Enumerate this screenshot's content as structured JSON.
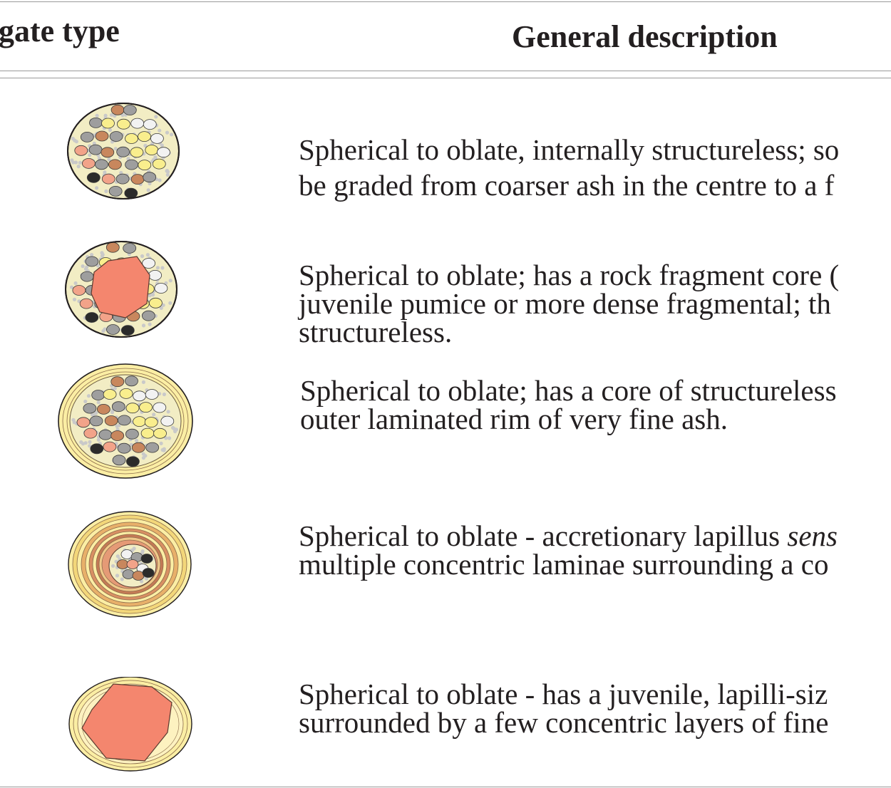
{
  "header": {
    "col1": "gate type",
    "col2": "General description"
  },
  "rows": [
    {
      "lines": [
        "Spherical to oblate, internally structureless; so",
        "be graded from coarser ash in the centre to a f"
      ]
    },
    {
      "lines": [
        "Spherical to oblate; has a rock fragment core (",
        "juvenile pumice or more dense fragmental; th",
        "structureless."
      ]
    },
    {
      "lines": [
        "Spherical to oblate; has a core of structureless",
        "outer laminated rim of very fine ash."
      ]
    },
    {
      "lines": [
        "Spherical to oblate - accretionary lapillus ",
        "multiple concentric laminae surrounding a co"
      ],
      "italic": "sens"
    },
    {
      "lines": [
        "Spherical to oblate - has a juvenile, lapilli-siz",
        "surrounded by a few concentric layers of fine"
      ]
    }
  ],
  "colors": {
    "fragment_core": "#f4866e",
    "ash_matrix": "#f2edc4",
    "fine_ash_rim": "#fbeea4",
    "lamina_dark": "#8a6a4a",
    "grain_black": "#2b2b2b",
    "grain_brown": "#c8875d",
    "grain_grey": "#9e9e9e",
    "grain_white": "#f2f2f2",
    "grain_yellow": "#f9ee8d",
    "grain_pink": "#f2a389"
  }
}
